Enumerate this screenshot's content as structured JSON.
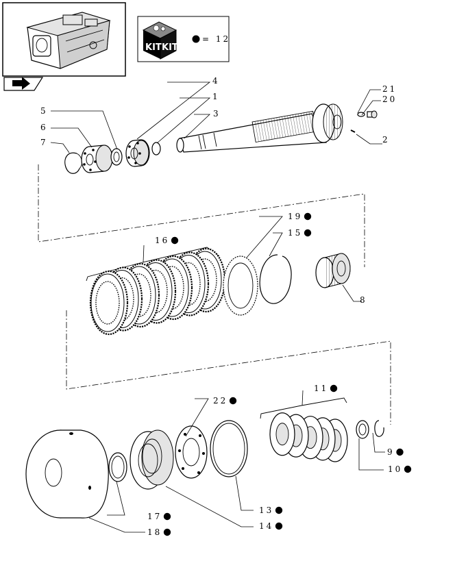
{
  "kit_legend": {
    "icon_word_left": "KIT",
    "icon_word_right": "KIT",
    "text": "= 12"
  },
  "callouts": [
    {
      "id": "c1",
      "label": "1",
      "dot": false
    },
    {
      "id": "c2",
      "label": "2",
      "dot": false
    },
    {
      "id": "c3",
      "label": "3",
      "dot": false
    },
    {
      "id": "c4",
      "label": "4",
      "dot": false
    },
    {
      "id": "c5",
      "label": "5",
      "dot": false
    },
    {
      "id": "c6",
      "label": "6",
      "dot": false
    },
    {
      "id": "c7",
      "label": "7",
      "dot": false
    },
    {
      "id": "c8",
      "label": "8",
      "dot": false
    },
    {
      "id": "c9",
      "label": "9",
      "dot": true
    },
    {
      "id": "c10",
      "label": "10",
      "dot": true
    },
    {
      "id": "c11",
      "label": "11",
      "dot": true
    },
    {
      "id": "c13",
      "label": "13",
      "dot": true
    },
    {
      "id": "c14",
      "label": "14",
      "dot": true
    },
    {
      "id": "c15",
      "label": "15",
      "dot": true
    },
    {
      "id": "c16",
      "label": "16",
      "dot": true
    },
    {
      "id": "c17",
      "label": "17",
      "dot": true
    },
    {
      "id": "c18",
      "label": "18",
      "dot": true
    },
    {
      "id": "c19",
      "label": "19",
      "dot": true
    },
    {
      "id": "c20",
      "label": "20",
      "dot": false
    },
    {
      "id": "c21",
      "label": "21",
      "dot": false
    },
    {
      "id": "c22",
      "label": "22",
      "dot": true
    }
  ],
  "colors": {
    "ink": "#000000",
    "paper": "#ffffff",
    "fill": "#e4e4e4"
  },
  "icons": [
    "transmission-thumbnail-icon",
    "arrow-right-icon",
    "kit-box-icon",
    "kit-dot-icon"
  ]
}
